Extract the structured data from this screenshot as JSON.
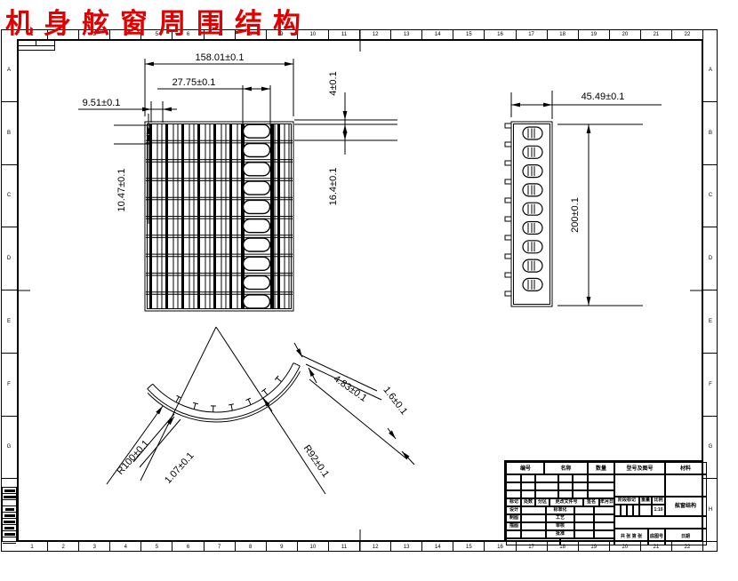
{
  "title": "机身舷窗周围结构",
  "colors": {
    "accent_red": "#e10000",
    "line_black": "#000000"
  },
  "dimensions": {
    "front_total_width": "158.01±0.1",
    "front_window_width": "27.75±0.1",
    "front_edge_offset": "9.51±0.1",
    "front_row_pitch": "10.47±0.1",
    "front_skin_gap": "4±0.1",
    "front_frame_depth": "16.4±0.1",
    "side_width": "45.49±0.1",
    "side_height": "200±0.1",
    "section_outer_radius": "R100±0.1",
    "section_inner_radius": "R92±0.1",
    "section_stringer_pitch": "4.83±0.1",
    "section_skin_thickness": "1.6±0.1",
    "section_gap": "1.07±0.1"
  },
  "zones": {
    "top": [
      "1",
      "2",
      "3",
      "4",
      "5",
      "6",
      "7",
      "8",
      "9",
      "10",
      "11",
      "12",
      "13",
      "14",
      "15",
      "16",
      "17",
      "18",
      "19",
      "20",
      "21",
      "22"
    ],
    "bottom": [
      "1",
      "2",
      "3",
      "4",
      "5",
      "6",
      "7",
      "8",
      "9",
      "10",
      "11",
      "12",
      "13",
      "14",
      "15",
      "16",
      "17",
      "18",
      "19",
      "20",
      "21",
      "22"
    ],
    "left": [
      "A",
      "B",
      "C",
      "D",
      "E",
      "F",
      "G",
      "H"
    ],
    "right": [
      "A",
      "B",
      "C",
      "D",
      "E",
      "F",
      "G",
      "H"
    ]
  },
  "title_block": {
    "header": [
      "编号",
      "名称",
      "数量",
      "型号及图号",
      "材料"
    ],
    "change_row": [
      "标记",
      "处数",
      "分区",
      "更改文件号",
      "签名",
      "年月日"
    ],
    "left_rows": [
      "设计",
      "制图",
      "描图",
      ""
    ],
    "mid_rows": [
      "标准化",
      "工艺",
      "审核",
      "批准"
    ],
    "stage_row": [
      "阶段标记",
      "重量",
      "比例"
    ],
    "scale_value": "1:10",
    "part_name": "舷窗结构",
    "bottom_row": [
      "共 张 第 张",
      "底图号",
      "日期"
    ]
  }
}
